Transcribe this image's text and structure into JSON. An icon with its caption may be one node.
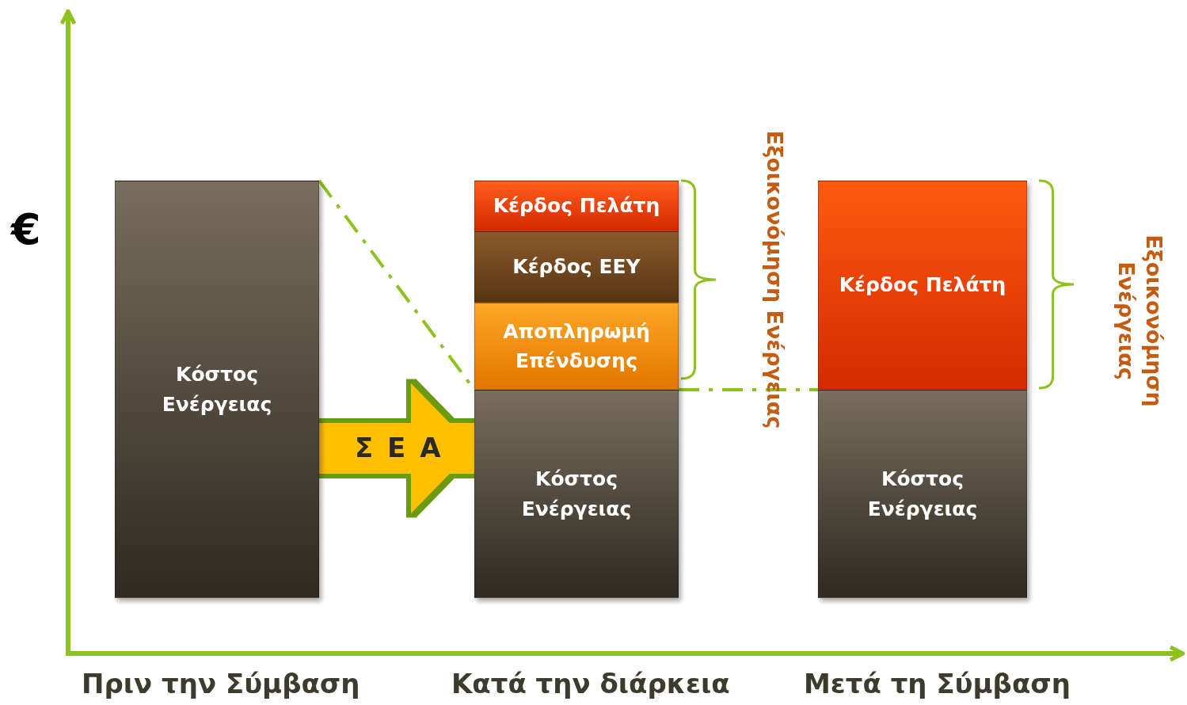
{
  "diagram": {
    "nodes": [
      {
        "text": [
          "Κόστος Ενέργειας"
        ]
      },
      {
        "text": [
          "Κέρδος Πελάτη"
        ]
      },
      {
        "text": [
          "Κέρδος ΕΕΥ"
        ]
      },
      {
        "text": [
          "Αποπληρωμή Επένδυσης"
        ]
      },
      {
        "text": [
          "Κόστος Ενέργειας"
        ]
      },
      {
        "text": [
          "Κέρδος Πελάτη"
        ]
      },
      {
        "text": [
          "Κόστος Ενέργειας"
        ]
      }
    ],
    "edges": [
      {
        "from": 0,
        "to": 4,
        "arrow": "to",
        "label": "Σ Ε Α",
        "style": "thick",
        "color": "#ffc000"
      },
      {
        "from": 0,
        "to": 3,
        "arrow": "none",
        "style": "dashed"
      },
      {
        "from": 3,
        "to": 6,
        "arrow": "none",
        "style": "dashed"
      }
    ],
    "labels": [
      "€",
      "Εξοικονόμηση Ενέργειας",
      "Εξοικονόμηση Ενέργειας",
      "Πριν την Σύμβαση",
      "Κατά την διάρκεια",
      "Μετά τη Σύμβαση"
    ]
  }
}
